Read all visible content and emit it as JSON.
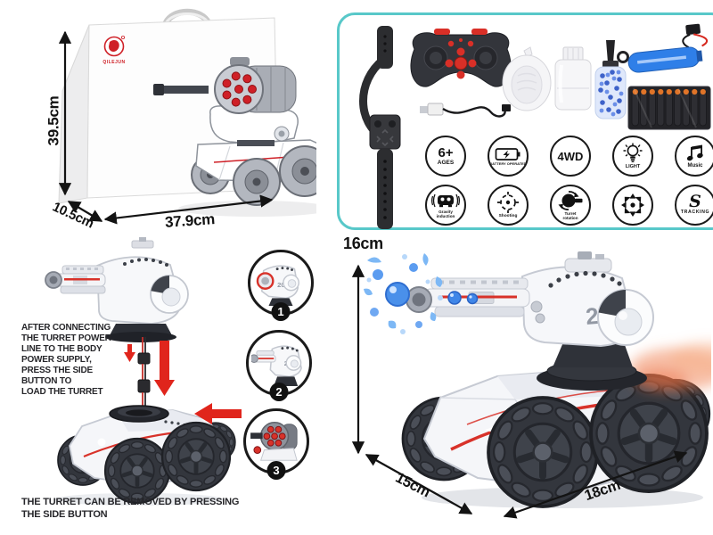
{
  "box_section": {
    "brand": "QILEJUN",
    "height_label": "39.5cm",
    "depth_label": "10.5cm",
    "width_label": "37.9cm"
  },
  "accessories_panel": {
    "border_color": "#58c8c9",
    "items": [
      "wristband remote watch",
      "remote controller",
      "usb charging cable",
      "funnel",
      "water bottle",
      "water beads bottle",
      "rechargeable battery",
      "soft darts pack"
    ],
    "features": [
      {
        "icon": "ages-icon",
        "title": "6+",
        "label": "AGES"
      },
      {
        "icon": "battery-operated-icon",
        "title": "",
        "label": "BATTERY OPERATED"
      },
      {
        "icon": "4wd-icon",
        "title": "4WD",
        "label": ""
      },
      {
        "icon": "light-icon",
        "title": "",
        "label": "LIGHT"
      },
      {
        "icon": "music-icon",
        "title": "",
        "label": "Music"
      },
      {
        "icon": "gravity-induction-icon",
        "title": "",
        "label": "Gravity induction"
      },
      {
        "icon": "shooting-icon",
        "title": "",
        "label": "Shooting"
      },
      {
        "icon": "turret-rotation-icon",
        "title": "",
        "label": "Turret rotation"
      },
      {
        "icon": "omni-direction-icon",
        "title": "",
        "label": ""
      },
      {
        "icon": "tracking-icon",
        "title": "S",
        "label": "TRACKING"
      }
    ]
  },
  "assembly_section": {
    "instruction_top": "AFTER CONNECTING\nTHE TURRET POWER\nLINE TO THE BODY\nPOWER SUPPLY,\nPRESS THE SIDE\nBUTTON TO\nLOAD THE TURRET",
    "instruction_bottom": "THE TURRET CAN BE REMOVED BY PRESSING\nTHE SIDE BUTTON",
    "turret_number": "20",
    "step1": "1",
    "step2": "2",
    "step3": "3"
  },
  "product_section": {
    "height_label": "16cm",
    "depth_label": "15cm",
    "length_label": "18cm",
    "turret_number": "20"
  },
  "colors": {
    "accent_red": "#e0251c",
    "panel_teal": "#58c8c9",
    "bead_blue": "#4a90ea",
    "smoke_orange": "#ef7f4e"
  }
}
